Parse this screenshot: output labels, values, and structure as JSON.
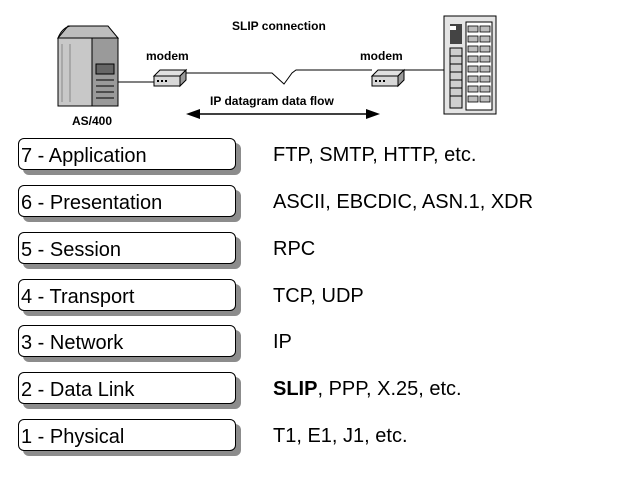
{
  "diagram": {
    "connection_label": "SLIP connection",
    "modem_left_label": "modem",
    "modem_right_label": "modem",
    "flow_label": "IP datagram data flow",
    "host_label": "AS/400"
  },
  "layers": [
    {
      "name": "7 - Application",
      "bold": "",
      "protocols": "FTP, SMTP, HTTP, etc."
    },
    {
      "name": "6 - Presentation",
      "bold": "",
      "protocols": "ASCII, EBCDIC, ASN.1, XDR"
    },
    {
      "name": "5 - Session",
      "bold": "",
      "protocols": "RPC"
    },
    {
      "name": "4 - Transport",
      "bold": "",
      "protocols": "TCP, UDP"
    },
    {
      "name": "3 - Network",
      "bold": "",
      "protocols": "IP"
    },
    {
      "name": "2 - Data Link",
      "bold": "SLIP",
      "protocols": ", PPP, X.25, etc."
    },
    {
      "name": "1 - Physical",
      "bold": "",
      "protocols": "T1, E1, J1, etc."
    }
  ]
}
